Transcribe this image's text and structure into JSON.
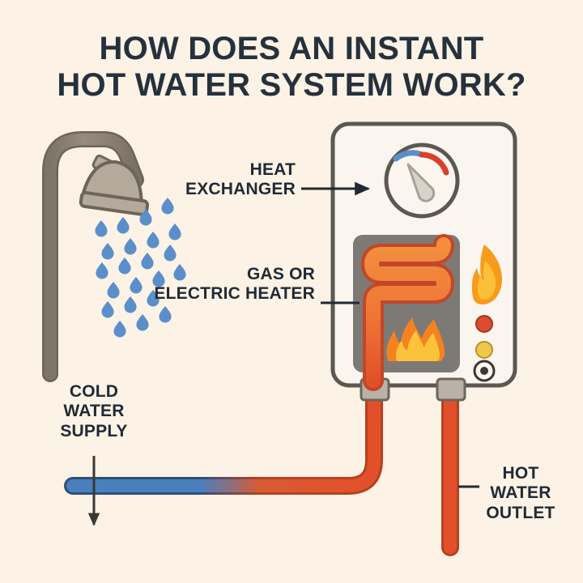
{
  "page": {
    "background_color": "#fcf2e6",
    "title_color": "#25323c",
    "label_color": "#1f2a33"
  },
  "header": {
    "title_line_1": "HOW DOES AN INSTANT",
    "title_line_2": "HOT WATER SYSTEM WORK?"
  },
  "callouts": {
    "heat_exchanger": {
      "line_1": "HEAT",
      "line_2": "EXCHANGER"
    },
    "gas_or_electric_heater": {
      "line_1": "GAS OR",
      "line_2": "ELECTRIC HEATER"
    },
    "cold_water_supply": {
      "line_1": "COLD",
      "line_2": "WATER",
      "line_3": "SUPPLY"
    },
    "hot_water_outlet": {
      "line_1": "HOT",
      "line_2": "WATER",
      "line_3": "OUTLET"
    }
  },
  "diagram": {
    "shower": {
      "pipe_color": "#8a8174",
      "pipe_outline": "#6d6558",
      "head_color": "#b4aa9b",
      "droplet_color": "#5b8fc9",
      "droplet_count": 22
    },
    "heater_unit": {
      "body_color": "#faf5ee",
      "outline_color": "#5c5750",
      "chamber_color": "#7d7a75",
      "coil_color_top": "#f08a3c",
      "coil_color_bottom": "#e2502a",
      "coil_outline": "#c2472a"
    },
    "gauge": {
      "dial_color": "#faf5ee",
      "arc_cold_color": "#5b8fc9",
      "arc_hot_color": "#d8402c",
      "needle_color": "#d8d2c8",
      "outline_color": "#5c5750"
    },
    "indicator_lights": [
      {
        "name": "power-light",
        "color": "#e04a2f"
      },
      {
        "name": "status-light",
        "color": "#edc84b"
      },
      {
        "name": "control-knob",
        "color": "#3b3732"
      }
    ],
    "burner_flame": {
      "outer_color": "#f58220",
      "inner_color": "#fbc33a"
    },
    "side_flame": {
      "outer_color": "#f89a1c",
      "inner_color": "#fbbf3a"
    },
    "pipes": {
      "cold_color": "#4a7fbd",
      "cold_outline": "#2f4f78",
      "hot_color": "#e2502a",
      "hot_outline": "#b8401f",
      "connector_color": "#b9b2a6",
      "arrow_color": "#3b3732"
    }
  }
}
